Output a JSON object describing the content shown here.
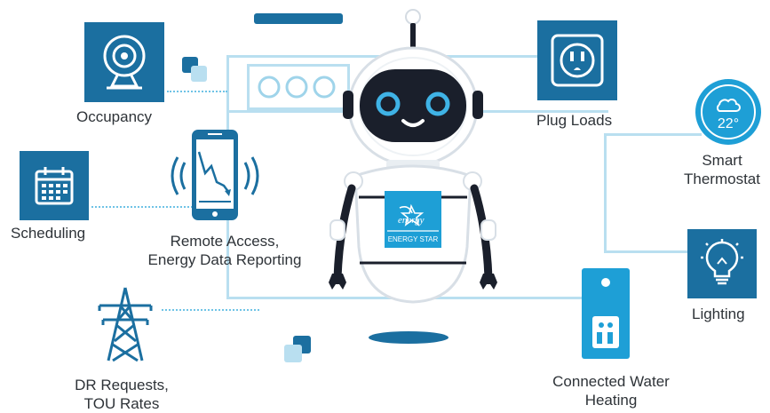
{
  "labels": {
    "occupancy": "Occupancy",
    "plug_loads": "Plug Loads",
    "smart_thermostat_1": "Smart",
    "smart_thermostat_2": "Thermostat",
    "scheduling": "Scheduling",
    "remote_access_1": "Remote Access,",
    "remote_access_2": "Energy Data Reporting",
    "lighting": "Lighting",
    "dr_requests_1": "DR Requests,",
    "dr_requests_2": "TOU Rates",
    "water_heating_1": "Connected Water",
    "water_heating_2": "Heating"
  },
  "thermostat_temp": "22°",
  "badge": {
    "script": "energy",
    "name": "ENERGY STAR"
  },
  "icons": [
    "webcam-icon",
    "power-outlet-icon",
    "thermostat-icon",
    "calendar-icon",
    "smartphone-chart-icon",
    "lightbulb-icon",
    "power-tower-icon",
    "water-heater-icon",
    "robot-illustration"
  ],
  "colors": {
    "tile_blue": "#1b6fa0",
    "accent_blue": "#1e9fd6",
    "line_light": "#b9dff0",
    "robot_dark": "#1a1f2b"
  }
}
